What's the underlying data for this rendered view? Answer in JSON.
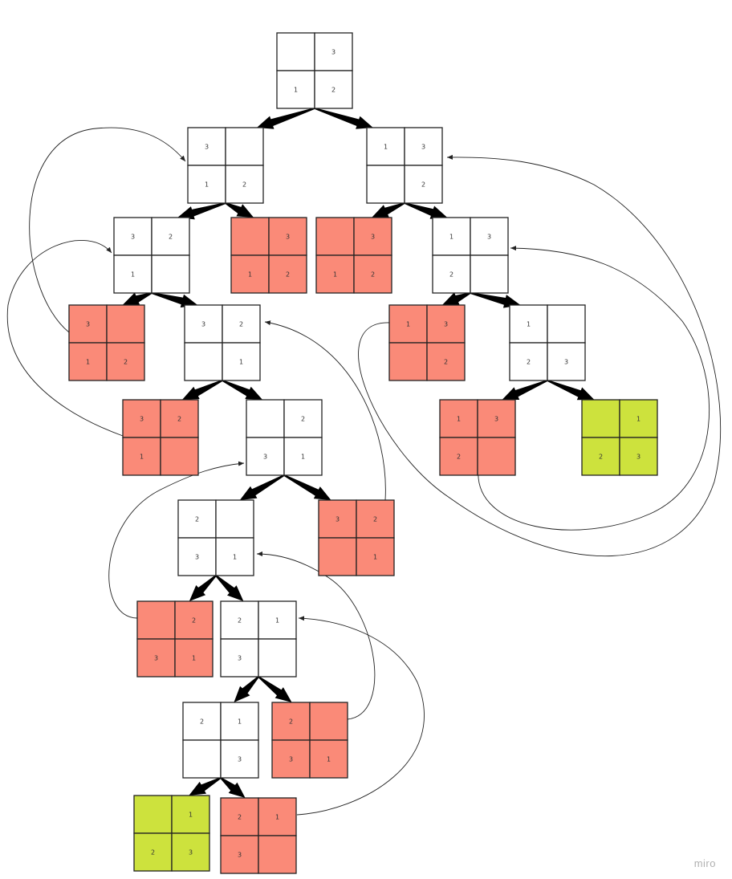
{
  "canvas": {
    "watermark": "miro",
    "colors": {
      "state_default": "#ffffff",
      "state_dead_end": "#fa8a78",
      "state_goal": "#cde23d",
      "border": "#222222",
      "arrow": "#000000"
    }
  },
  "states": [
    {
      "id": "s0",
      "status": "default",
      "cells": [
        "",
        "3",
        "1",
        "2"
      ]
    },
    {
      "id": "s1",
      "status": "default",
      "cells": [
        "3",
        "",
        "1",
        "2"
      ]
    },
    {
      "id": "s2",
      "status": "default",
      "cells": [
        "1",
        "3",
        "",
        "2"
      ]
    },
    {
      "id": "s3",
      "status": "default",
      "cells": [
        "3",
        "2",
        "1",
        ""
      ]
    },
    {
      "id": "s4",
      "status": "dead_end",
      "cells": [
        "",
        "3",
        "1",
        "2"
      ]
    },
    {
      "id": "s5",
      "status": "dead_end",
      "cells": [
        "",
        "3",
        "1",
        "2"
      ]
    },
    {
      "id": "s6",
      "status": "default",
      "cells": [
        "1",
        "3",
        "2",
        ""
      ]
    },
    {
      "id": "s7",
      "status": "dead_end",
      "cells": [
        "3",
        "",
        "1",
        "2"
      ]
    },
    {
      "id": "s8",
      "status": "default",
      "cells": [
        "3",
        "2",
        "",
        "1"
      ]
    },
    {
      "id": "s9",
      "status": "dead_end",
      "cells": [
        "1",
        "3",
        "",
        "2"
      ]
    },
    {
      "id": "s10",
      "status": "default",
      "cells": [
        "1",
        "",
        "2",
        "3"
      ]
    },
    {
      "id": "s11",
      "status": "dead_end",
      "cells": [
        "3",
        "2",
        "1",
        ""
      ]
    },
    {
      "id": "s12",
      "status": "default",
      "cells": [
        "",
        "2",
        "3",
        "1"
      ]
    },
    {
      "id": "s13",
      "status": "dead_end",
      "cells": [
        "1",
        "3",
        "2",
        ""
      ]
    },
    {
      "id": "s14",
      "status": "goal",
      "cells": [
        "",
        "1",
        "2",
        "3"
      ]
    },
    {
      "id": "s15",
      "status": "default",
      "cells": [
        "2",
        "",
        "3",
        "1"
      ]
    },
    {
      "id": "s16",
      "status": "dead_end",
      "cells": [
        "3",
        "2",
        "",
        "1"
      ]
    },
    {
      "id": "s17",
      "status": "dead_end",
      "cells": [
        "",
        "2",
        "3",
        "1"
      ]
    },
    {
      "id": "s18",
      "status": "default",
      "cells": [
        "2",
        "1",
        "3",
        ""
      ]
    },
    {
      "id": "s19",
      "status": "default",
      "cells": [
        "2",
        "1",
        "",
        "3"
      ]
    },
    {
      "id": "s20",
      "status": "dead_end",
      "cells": [
        "2",
        "",
        "3",
        "1"
      ]
    },
    {
      "id": "s21",
      "status": "goal",
      "cells": [
        "",
        "1",
        "2",
        "3"
      ]
    },
    {
      "id": "s22",
      "status": "dead_end",
      "cells": [
        "2",
        "1",
        "3",
        ""
      ]
    }
  ],
  "tree_edges": [
    [
      "s0",
      "s1"
    ],
    [
      "s0",
      "s2"
    ],
    [
      "s1",
      "s3"
    ],
    [
      "s1",
      "s4"
    ],
    [
      "s2",
      "s5"
    ],
    [
      "s2",
      "s6"
    ],
    [
      "s3",
      "s7"
    ],
    [
      "s3",
      "s8"
    ],
    [
      "s6",
      "s9"
    ],
    [
      "s6",
      "s10"
    ],
    [
      "s8",
      "s11"
    ],
    [
      "s8",
      "s12"
    ],
    [
      "s10",
      "s13"
    ],
    [
      "s10",
      "s14"
    ],
    [
      "s12",
      "s15"
    ],
    [
      "s12",
      "s16"
    ],
    [
      "s15",
      "s17"
    ],
    [
      "s15",
      "s18"
    ],
    [
      "s18",
      "s19"
    ],
    [
      "s18",
      "s20"
    ],
    [
      "s19",
      "s21"
    ],
    [
      "s19",
      "s22"
    ]
  ],
  "back_links": [
    {
      "from": "s7",
      "to": "s1"
    },
    {
      "from": "s11",
      "to": "s3"
    },
    {
      "from": "s16",
      "to": "s8"
    },
    {
      "from": "s17",
      "to": "s12"
    },
    {
      "from": "s20",
      "to": "s15"
    },
    {
      "from": "s22",
      "to": "s18"
    },
    {
      "from": "s9",
      "to": "s2"
    },
    {
      "from": "s13",
      "to": "s6"
    }
  ]
}
